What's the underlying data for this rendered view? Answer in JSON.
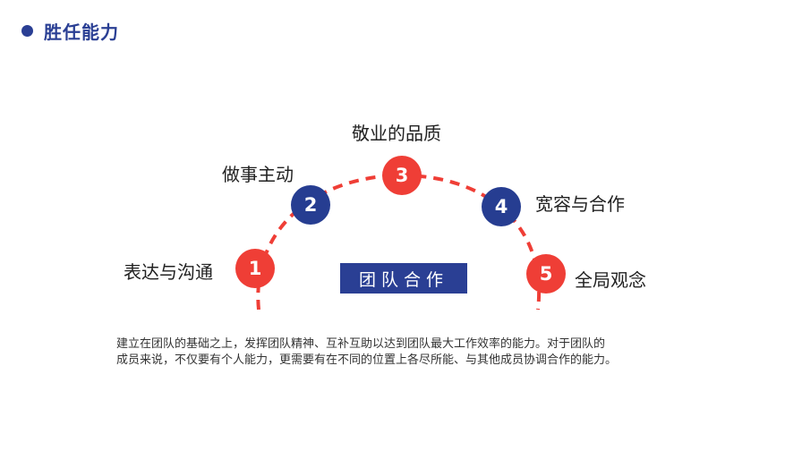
{
  "header": {
    "title": "胜任能力",
    "accent_color": "#2a3f94"
  },
  "diagram": {
    "center_label": "团队合作",
    "nodes": [
      {
        "number": "1",
        "label": "表达与沟通",
        "color": "#ef3e36"
      },
      {
        "number": "2",
        "label": "做事主动",
        "color": "#263d91"
      },
      {
        "number": "3",
        "label": "敬业的品质",
        "color": "#ef3e36"
      },
      {
        "number": "4",
        "label": "宽容与合作",
        "color": "#263d91"
      },
      {
        "number": "5",
        "label": "全局观念",
        "color": "#ef3e36"
      }
    ],
    "arc_color": "#ef3e36"
  },
  "description": {
    "line1": "建立在团队的基础之上，发挥团队精神、互补互助以达到团队最大工作效率的能力。对于团队的",
    "line2": "成员来说，不仅要有个人能力，更需要有在不同的位置上各尽所能、与其他成员协调合作的能力。"
  }
}
